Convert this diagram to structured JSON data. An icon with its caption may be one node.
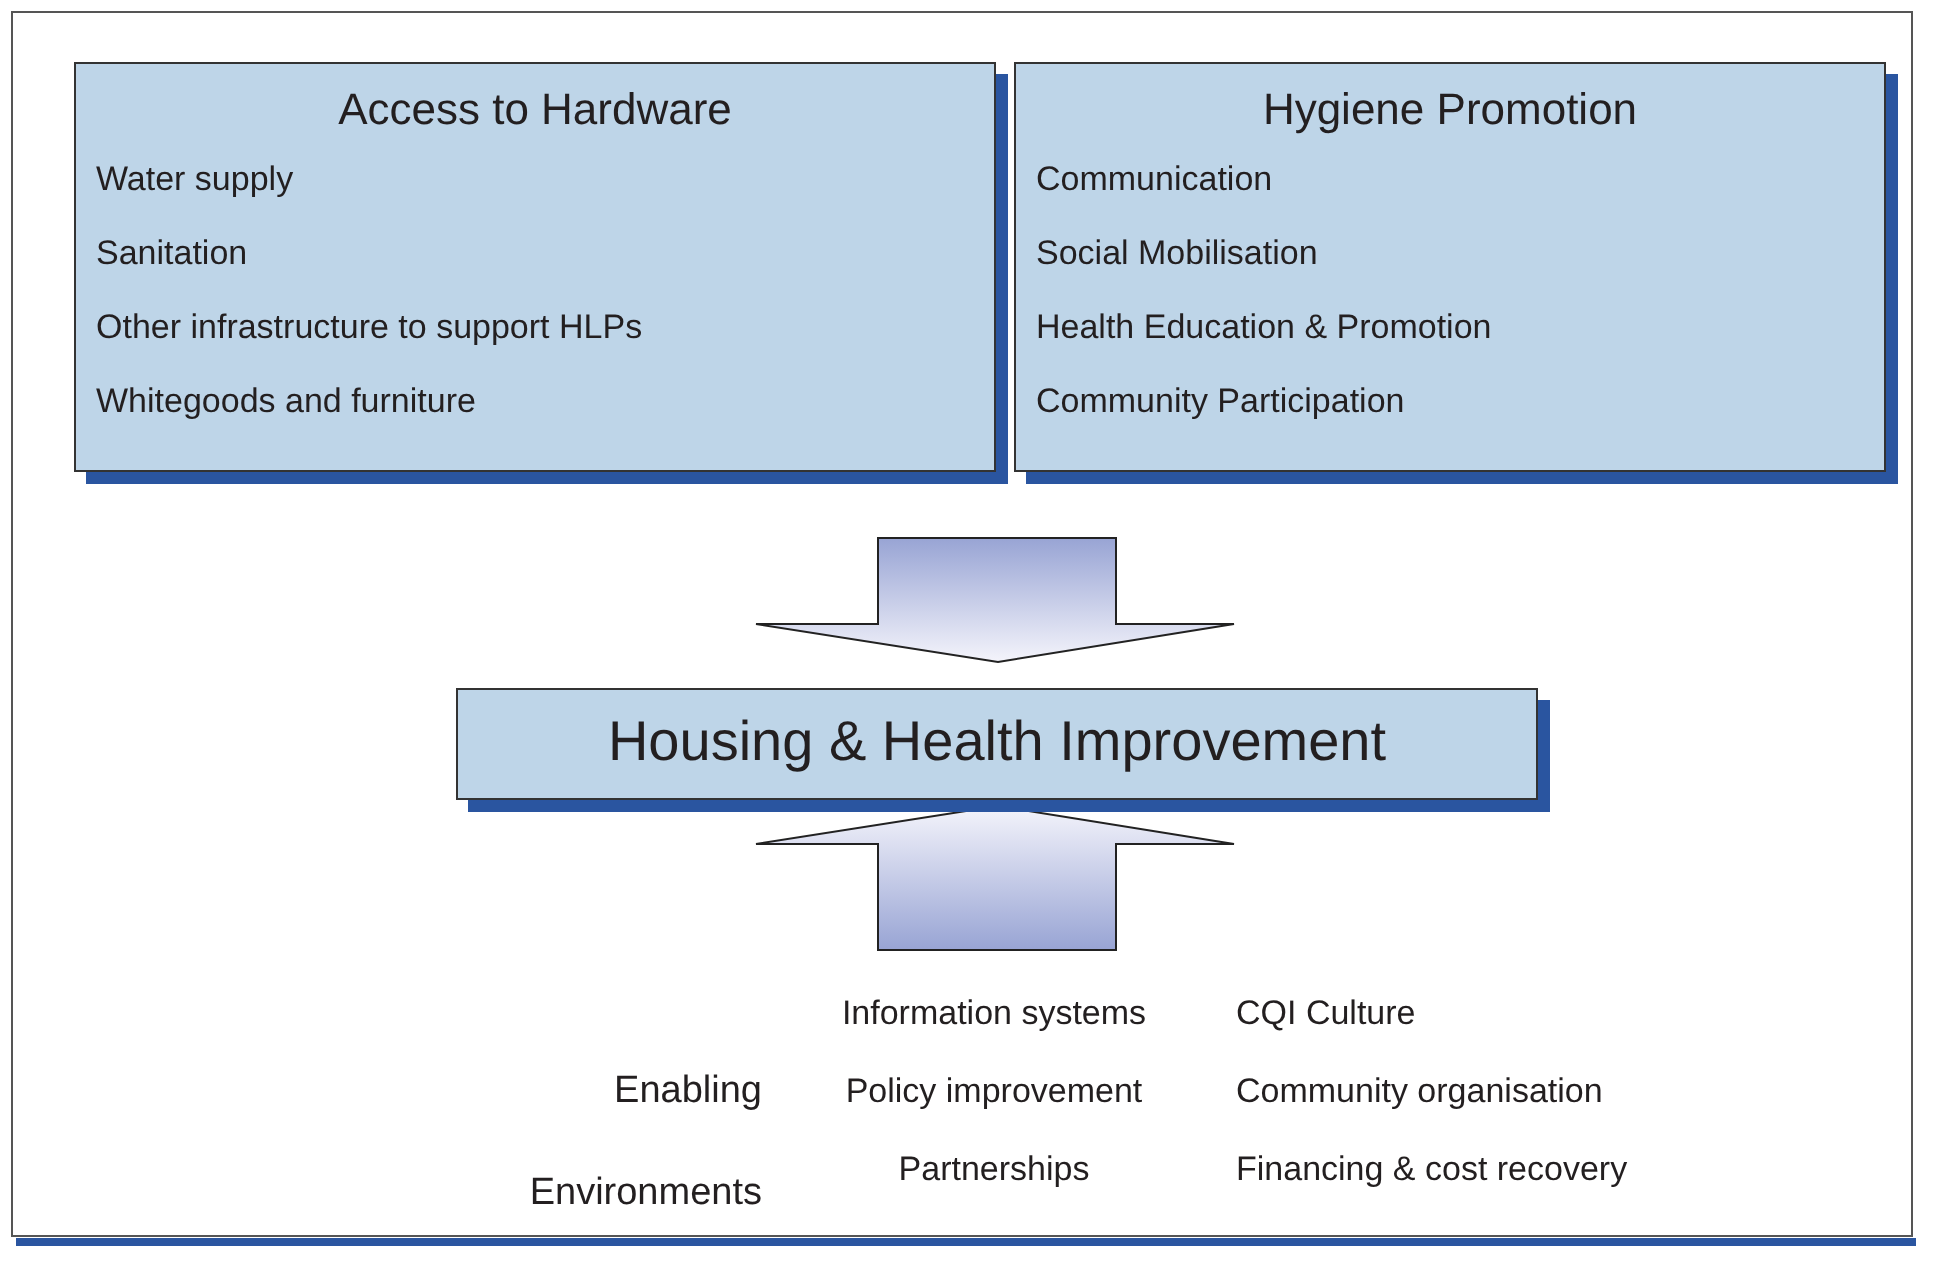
{
  "diagram": {
    "nodes": [
      {
        "text": [
          "Access to Hardware",
          "Water supply",
          "Sanitation",
          "Other infrastructure to support HLPs",
          "Whitegoods and furniture"
        ]
      },
      {
        "text": [
          "Hygiene Promotion",
          "Communication",
          "Social Mobilisation",
          "Health Education & Promotion",
          "Community Participation"
        ]
      },
      {
        "text": [
          "Housing & Health Improvement"
        ]
      }
    ],
    "edges": [
      {
        "from": 0,
        "to": 2,
        "arrow": "to"
      },
      {
        "from": 1,
        "to": 2,
        "arrow": "to"
      },
      {
        "from": null,
        "to": 2,
        "arrow": "to"
      }
    ],
    "labels": [
      "Enabling Environments",
      "Information systems",
      "Policy improvement",
      "Partnerships",
      "CQI Culture",
      "Community organisation",
      "Financing & cost recovery"
    ]
  }
}
